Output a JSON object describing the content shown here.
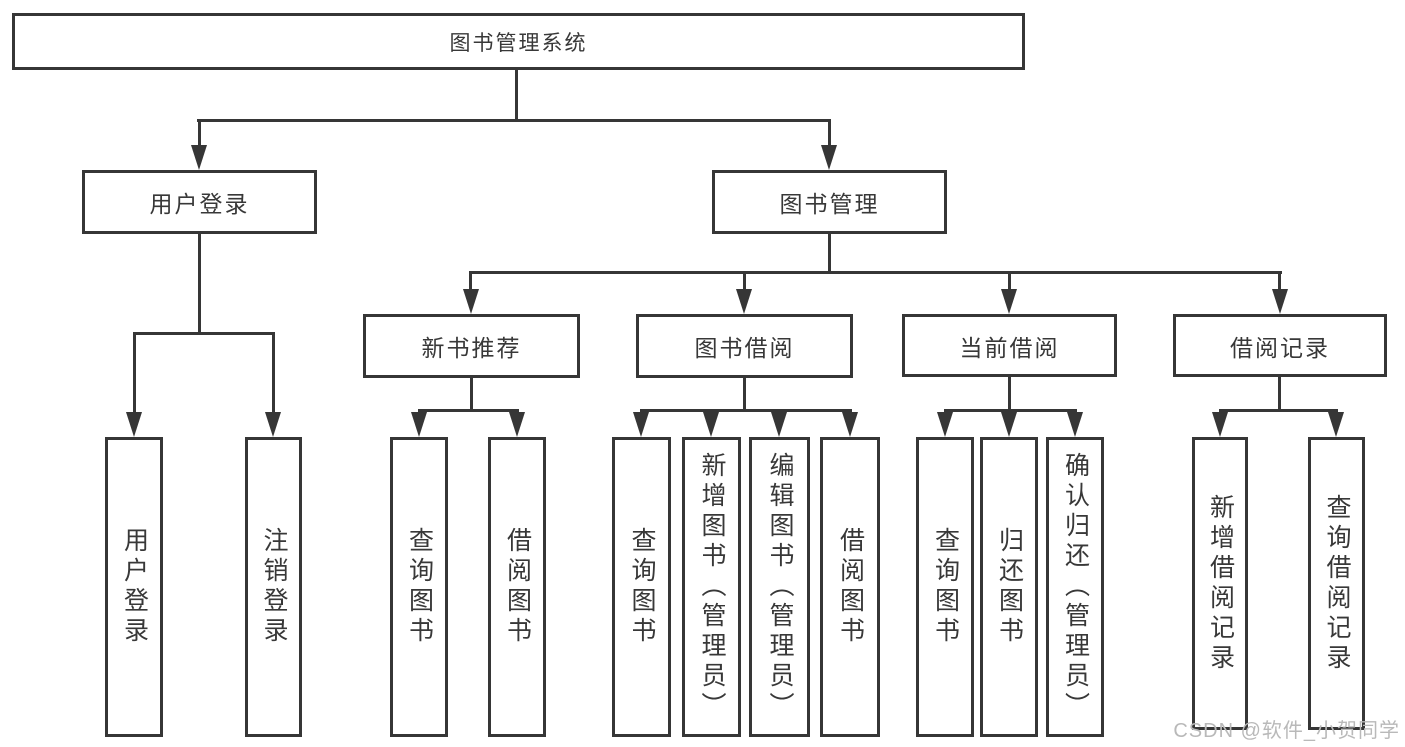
{
  "tree": {
    "root": "图书管理系统",
    "level2": [
      "用户登录",
      "图书管理"
    ],
    "level3": [
      "新书推荐",
      "图书借阅",
      "当前借阅",
      "借阅记录"
    ],
    "leaves": {
      "user_login": [
        "用户登录",
        "注销登录"
      ],
      "new_book_recommend": [
        "查询图书",
        "借阅图书"
      ],
      "book_borrowing": [
        "查询图书",
        "新增图书（管理员）",
        "编辑图书（管理员）",
        "借阅图书"
      ],
      "current_borrowing": [
        "查询图书",
        "归还图书",
        "确认归还（管理员）"
      ],
      "borrowing_records": [
        "新增借阅记录",
        "查询借阅记录"
      ]
    }
  },
  "watermark": "CSDN @软件_小贺同学",
  "colors": {
    "line": "#363636",
    "text": "#383838",
    "watermark": "#b9b9b9",
    "background": "#ffffff"
  }
}
